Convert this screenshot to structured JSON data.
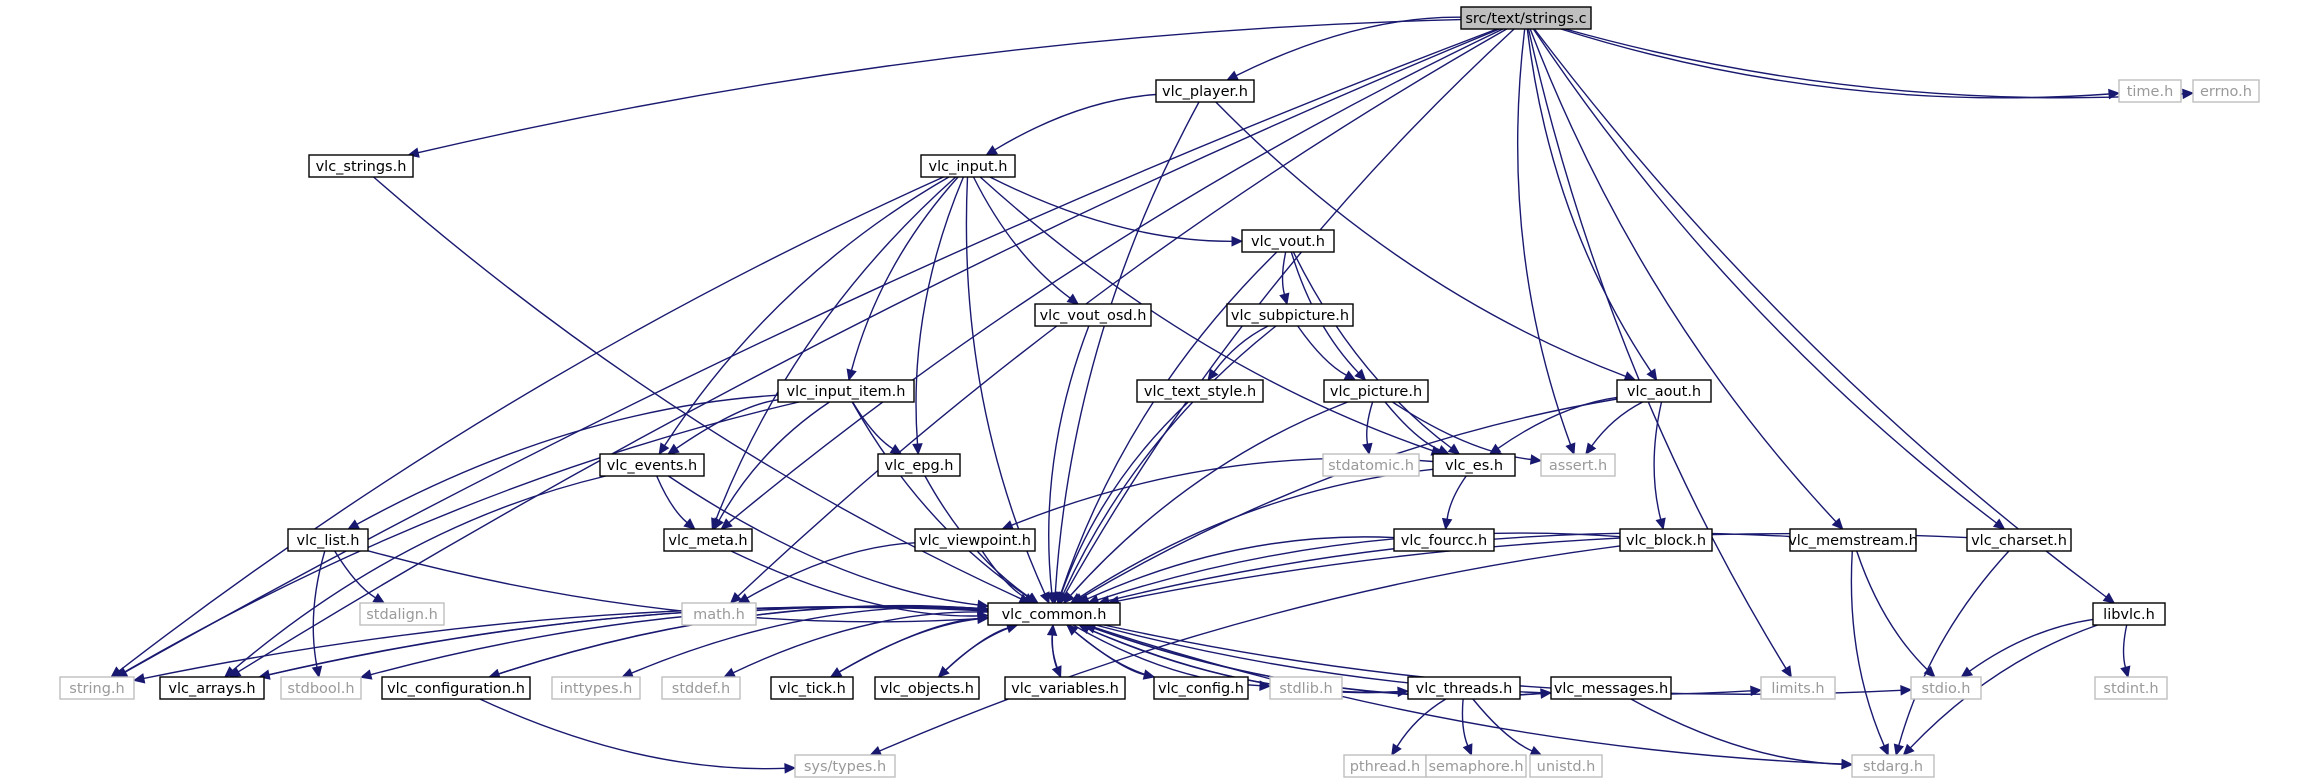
{
  "nodes": [
    {
      "id": "strings_c",
      "label": "src/text/strings.c",
      "kind": "root"
    },
    {
      "id": "vlc_player",
      "label": "vlc_player.h",
      "kind": "proj"
    },
    {
      "id": "time",
      "label": "time.h",
      "kind": "sys"
    },
    {
      "id": "errno",
      "label": "errno.h",
      "kind": "sys"
    },
    {
      "id": "vlc_strings",
      "label": "vlc_strings.h",
      "kind": "proj"
    },
    {
      "id": "vlc_input",
      "label": "vlc_input.h",
      "kind": "proj"
    },
    {
      "id": "vlc_vout",
      "label": "vlc_vout.h",
      "kind": "proj"
    },
    {
      "id": "vlc_vout_osd",
      "label": "vlc_vout_osd.h",
      "kind": "proj"
    },
    {
      "id": "vlc_subpicture",
      "label": "vlc_subpicture.h",
      "kind": "proj"
    },
    {
      "id": "vlc_input_item",
      "label": "vlc_input_item.h",
      "kind": "proj"
    },
    {
      "id": "vlc_text_style",
      "label": "vlc_text_style.h",
      "kind": "proj"
    },
    {
      "id": "vlc_picture",
      "label": "vlc_picture.h",
      "kind": "proj"
    },
    {
      "id": "vlc_aout",
      "label": "vlc_aout.h",
      "kind": "proj"
    },
    {
      "id": "vlc_events",
      "label": "vlc_events.h",
      "kind": "proj"
    },
    {
      "id": "vlc_epg",
      "label": "vlc_epg.h",
      "kind": "proj"
    },
    {
      "id": "stdatomic",
      "label": "stdatomic.h",
      "kind": "sys"
    },
    {
      "id": "vlc_es",
      "label": "vlc_es.h",
      "kind": "proj"
    },
    {
      "id": "assert",
      "label": "assert.h",
      "kind": "sys"
    },
    {
      "id": "vlc_list",
      "label": "vlc_list.h",
      "kind": "proj"
    },
    {
      "id": "vlc_meta",
      "label": "vlc_meta.h",
      "kind": "proj"
    },
    {
      "id": "vlc_viewpoint",
      "label": "vlc_viewpoint.h",
      "kind": "proj"
    },
    {
      "id": "vlc_fourcc",
      "label": "vlc_fourcc.h",
      "kind": "proj"
    },
    {
      "id": "vlc_block",
      "label": "vlc_block.h",
      "kind": "proj"
    },
    {
      "id": "vlc_memstream",
      "label": "vlc_memstream.h",
      "kind": "proj"
    },
    {
      "id": "vlc_charset",
      "label": "vlc_charset.h",
      "kind": "proj"
    },
    {
      "id": "stdalign",
      "label": "stdalign.h",
      "kind": "sys"
    },
    {
      "id": "math",
      "label": "math.h",
      "kind": "sys"
    },
    {
      "id": "vlc_common",
      "label": "vlc_common.h",
      "kind": "proj"
    },
    {
      "id": "libvlc",
      "label": "libvlc.h",
      "kind": "proj"
    },
    {
      "id": "string",
      "label": "string.h",
      "kind": "sys"
    },
    {
      "id": "vlc_arrays",
      "label": "vlc_arrays.h",
      "kind": "proj"
    },
    {
      "id": "stdbool",
      "label": "stdbool.h",
      "kind": "sys"
    },
    {
      "id": "vlc_configuration",
      "label": "vlc_configuration.h",
      "kind": "proj"
    },
    {
      "id": "inttypes",
      "label": "inttypes.h",
      "kind": "sys"
    },
    {
      "id": "stddef",
      "label": "stddef.h",
      "kind": "sys"
    },
    {
      "id": "vlc_tick",
      "label": "vlc_tick.h",
      "kind": "proj"
    },
    {
      "id": "vlc_objects",
      "label": "vlc_objects.h",
      "kind": "proj"
    },
    {
      "id": "vlc_variables",
      "label": "vlc_variables.h",
      "kind": "proj"
    },
    {
      "id": "vlc_config",
      "label": "vlc_config.h",
      "kind": "proj"
    },
    {
      "id": "stdlib",
      "label": "stdlib.h",
      "kind": "sys"
    },
    {
      "id": "vlc_threads",
      "label": "vlc_threads.h",
      "kind": "proj"
    },
    {
      "id": "vlc_messages",
      "label": "vlc_messages.h",
      "kind": "proj"
    },
    {
      "id": "limits",
      "label": "limits.h",
      "kind": "sys"
    },
    {
      "id": "stdio",
      "label": "stdio.h",
      "kind": "sys"
    },
    {
      "id": "stdint",
      "label": "stdint.h",
      "kind": "sys"
    },
    {
      "id": "sys_types",
      "label": "sys/types.h",
      "kind": "sys"
    },
    {
      "id": "pthread",
      "label": "pthread.h",
      "kind": "sys"
    },
    {
      "id": "semaphore",
      "label": "semaphore.h",
      "kind": "sys"
    },
    {
      "id": "unistd",
      "label": "unistd.h",
      "kind": "sys"
    },
    {
      "id": "stdarg",
      "label": "stdarg.h",
      "kind": "sys"
    }
  ],
  "edges": [
    [
      "strings_c",
      "vlc_player"
    ],
    [
      "strings_c",
      "time"
    ],
    [
      "strings_c",
      "errno"
    ],
    [
      "strings_c",
      "vlc_strings"
    ],
    [
      "strings_c",
      "string"
    ],
    [
      "strings_c",
      "vlc_arrays"
    ],
    [
      "strings_c",
      "math"
    ],
    [
      "strings_c",
      "vlc_common"
    ],
    [
      "strings_c",
      "vlc_meta"
    ],
    [
      "strings_c",
      "assert"
    ],
    [
      "strings_c",
      "vlc_aout"
    ],
    [
      "strings_c",
      "limits"
    ],
    [
      "strings_c",
      "vlc_memstream"
    ],
    [
      "strings_c",
      "vlc_charset"
    ],
    [
      "strings_c",
      "libvlc"
    ],
    [
      "vlc_player",
      "vlc_input"
    ],
    [
      "vlc_player",
      "vlc_common"
    ],
    [
      "vlc_player",
      "vlc_aout"
    ],
    [
      "vlc_strings",
      "vlc_common"
    ],
    [
      "vlc_input",
      "vlc_vout"
    ],
    [
      "vlc_input",
      "vlc_vout_osd"
    ],
    [
      "vlc_input",
      "vlc_input_item"
    ],
    [
      "vlc_input",
      "vlc_epg"
    ],
    [
      "vlc_input",
      "vlc_events"
    ],
    [
      "vlc_input",
      "vlc_meta"
    ],
    [
      "vlc_input",
      "vlc_es"
    ],
    [
      "vlc_input",
      "string"
    ],
    [
      "vlc_input",
      "vlc_common"
    ],
    [
      "vlc_vout",
      "vlc_subpicture"
    ],
    [
      "vlc_vout",
      "vlc_picture"
    ],
    [
      "vlc_vout",
      "vlc_es"
    ],
    [
      "vlc_vout",
      "vlc_common"
    ],
    [
      "vlc_vout_osd",
      "vlc_common"
    ],
    [
      "vlc_subpicture",
      "vlc_text_style"
    ],
    [
      "vlc_subpicture",
      "vlc_picture"
    ],
    [
      "vlc_subpicture",
      "vlc_common"
    ],
    [
      "vlc_input_item",
      "vlc_epg"
    ],
    [
      "vlc_input_item",
      "vlc_events"
    ],
    [
      "vlc_input_item",
      "vlc_meta"
    ],
    [
      "vlc_input_item",
      "vlc_list"
    ],
    [
      "vlc_input_item",
      "string"
    ],
    [
      "vlc_input_item",
      "vlc_common"
    ],
    [
      "vlc_text_style",
      "vlc_common"
    ],
    [
      "vlc_picture",
      "stdatomic"
    ],
    [
      "vlc_picture",
      "vlc_es"
    ],
    [
      "vlc_picture",
      "assert"
    ],
    [
      "vlc_picture",
      "vlc_common"
    ],
    [
      "vlc_aout",
      "vlc_es"
    ],
    [
      "vlc_aout",
      "assert"
    ],
    [
      "vlc_aout",
      "vlc_block"
    ],
    [
      "vlc_aout",
      "vlc_common"
    ],
    [
      "vlc_events",
      "vlc_meta"
    ],
    [
      "vlc_events",
      "vlc_arrays"
    ],
    [
      "vlc_events",
      "vlc_common"
    ],
    [
      "vlc_epg",
      "vlc_common"
    ],
    [
      "vlc_es",
      "vlc_fourcc"
    ],
    [
      "vlc_es",
      "vlc_viewpoint"
    ],
    [
      "vlc_es",
      "vlc_common"
    ],
    [
      "vlc_list",
      "stdalign"
    ],
    [
      "vlc_list",
      "stdbool"
    ],
    [
      "vlc_list",
      "vlc_common"
    ],
    [
      "vlc_meta",
      "vlc_common"
    ],
    [
      "vlc_viewpoint",
      "math"
    ],
    [
      "vlc_viewpoint",
      "vlc_common"
    ],
    [
      "vlc_fourcc",
      "vlc_common"
    ],
    [
      "vlc_block",
      "sys_types"
    ],
    [
      "vlc_block",
      "vlc_common"
    ],
    [
      "vlc_memstream",
      "stdio"
    ],
    [
      "vlc_memstream",
      "stdarg"
    ],
    [
      "vlc_memstream",
      "vlc_common"
    ],
    [
      "vlc_charset",
      "stdarg"
    ],
    [
      "vlc_charset",
      "vlc_common"
    ],
    [
      "libvlc",
      "stdio"
    ],
    [
      "libvlc",
      "stdint"
    ],
    [
      "libvlc",
      "stdarg"
    ],
    [
      "vlc_common",
      "string"
    ],
    [
      "vlc_common",
      "vlc_arrays"
    ],
    [
      "vlc_common",
      "stdbool"
    ],
    [
      "vlc_common",
      "vlc_configuration"
    ],
    [
      "vlc_common",
      "inttypes"
    ],
    [
      "vlc_common",
      "stddef"
    ],
    [
      "vlc_common",
      "vlc_tick"
    ],
    [
      "vlc_common",
      "vlc_objects"
    ],
    [
      "vlc_common",
      "vlc_variables"
    ],
    [
      "vlc_common",
      "vlc_config"
    ],
    [
      "vlc_common",
      "stdlib"
    ],
    [
      "vlc_common",
      "vlc_threads"
    ],
    [
      "vlc_common",
      "vlc_messages"
    ],
    [
      "vlc_common",
      "limits"
    ],
    [
      "vlc_common",
      "stdio"
    ],
    [
      "vlc_common",
      "stdarg"
    ],
    [
      "vlc_arrays",
      "vlc_common"
    ],
    [
      "vlc_configuration",
      "vlc_common"
    ],
    [
      "vlc_configuration",
      "sys_types"
    ],
    [
      "vlc_tick",
      "vlc_common"
    ],
    [
      "vlc_objects",
      "vlc_common"
    ],
    [
      "vlc_variables",
      "vlc_common"
    ],
    [
      "vlc_config",
      "vlc_common"
    ],
    [
      "vlc_threads",
      "vlc_common"
    ],
    [
      "vlc_threads",
      "pthread"
    ],
    [
      "vlc_threads",
      "semaphore"
    ],
    [
      "vlc_threads",
      "unistd"
    ],
    [
      "vlc_messages",
      "vlc_common"
    ],
    [
      "vlc_messages",
      "stdarg"
    ]
  ],
  "colors": {
    "edge": "#191970",
    "project_border": "#000000",
    "system_border": "#bfbfbf",
    "system_text": "#9a9a9a",
    "root_fill": "#bfbfbf"
  }
}
